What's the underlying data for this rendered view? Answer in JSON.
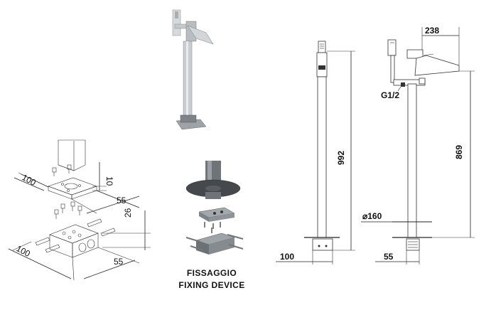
{
  "exploded_block_top": {
    "width": "100",
    "height": "10",
    "depth": "55"
  },
  "exploded_block_bottom": {
    "width": "100",
    "height": "26",
    "depth": "55"
  },
  "fixing_device_caption": {
    "line1": "FISSAGGIO",
    "line2": "FIXING DEVICE"
  },
  "front_view": {
    "height": "992",
    "base_width": "100"
  },
  "side_view": {
    "spout_reach": "238",
    "connection": "G1/2",
    "spout_height": "869",
    "flange_diameter": "⌀160",
    "base_width": "55"
  },
  "colors": {
    "line": "#222222",
    "metal": "#9aa0a6",
    "dark": "#4a4e52"
  }
}
